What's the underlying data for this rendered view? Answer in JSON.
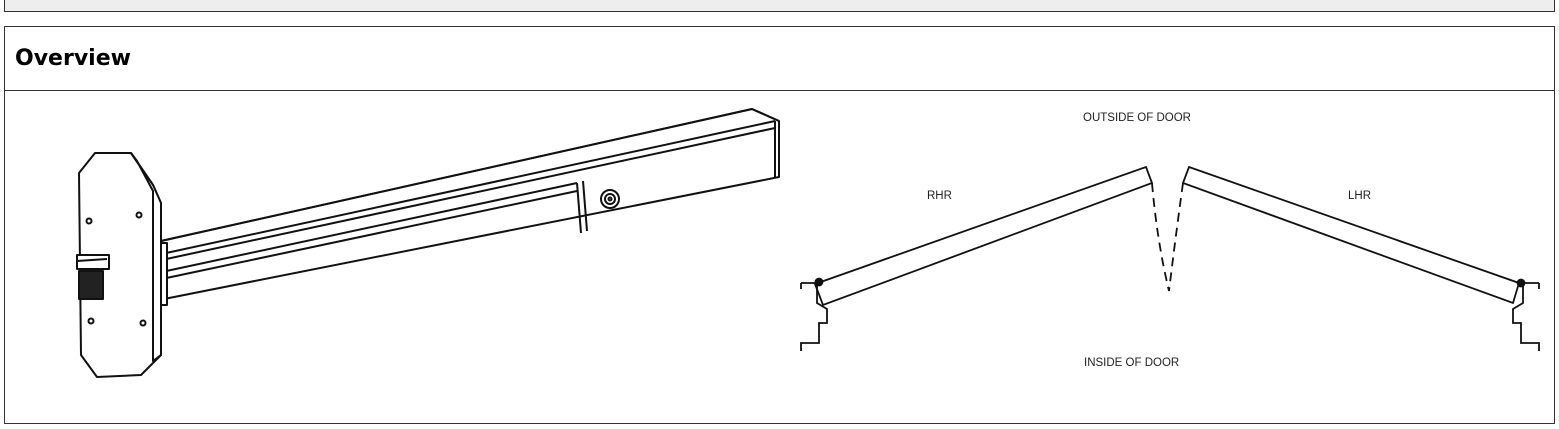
{
  "section": {
    "title": "Overview"
  },
  "swing_diagram": {
    "outside_label": "OUTSIDE OF DOOR",
    "inside_label": "INSIDE OF DOOR",
    "rhr_label": "RHR",
    "lhr_label": "LHR"
  },
  "icons": {
    "product": "exit-device-drawing",
    "diagram": "door-handing-diagram"
  }
}
